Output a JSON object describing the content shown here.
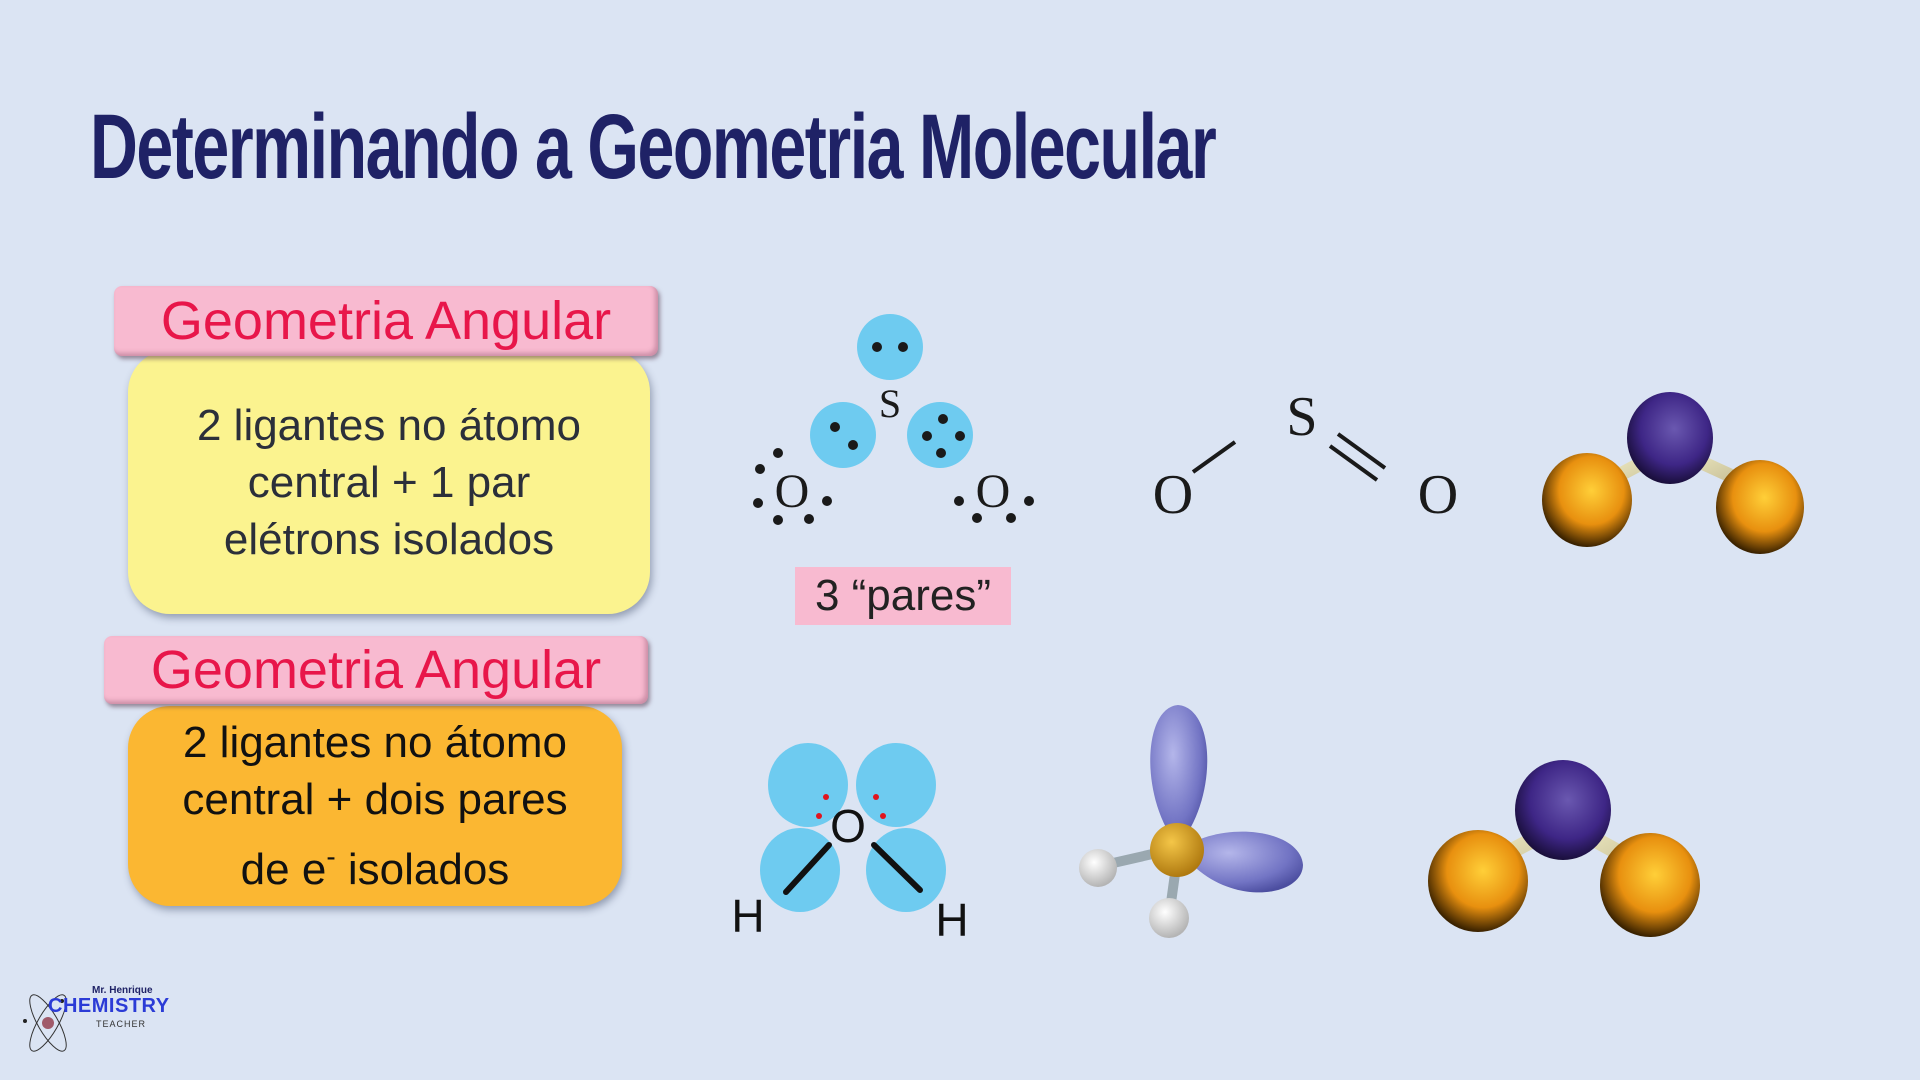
{
  "slide": {
    "title": "Determinando a Geometria Molecular",
    "background": "#dbe4f3",
    "title_color": "#1f2266"
  },
  "cards": [
    {
      "header": "Geometria Angular",
      "lines": [
        "2 ligantes no átomo",
        "central + 1 par",
        "elétrons isolados"
      ],
      "body_color": "#fbf38f",
      "header_color": "#f8bad0",
      "header_text_color": "#e8164a"
    },
    {
      "header": "Geometria Angular",
      "lines": [
        "2 ligantes no átomo",
        "central + dois pares",
        "de e",
        "isolados"
      ],
      "superscript": "-",
      "body_color": "#fbb732",
      "header_color": "#f8bad0",
      "header_text_color": "#e8164a"
    }
  ],
  "figures": {
    "so2_lewis": {
      "central_atom": "S",
      "left_atom": "O",
      "right_atom": "O",
      "label": "3 “pares”",
      "domain_color": "#6ecbf0"
    },
    "so2_structural": {
      "central_atom": "S",
      "left_atom": "O",
      "right_atom": "O"
    },
    "so2_ball_model": {
      "central_color": "#4b2e91",
      "outer_color": "#f0a21e"
    },
    "h2o_lewis": {
      "central_atom": "O",
      "left_atom": "H",
      "right_atom": "H",
      "domain_color": "#6ecbf0",
      "lone_pair_color": "#e0141e"
    },
    "h2o_orbital_model": {
      "lobe_color": "#7a7cc8",
      "central_color": "#d9a32a",
      "h_color": "#e8e8e8"
    },
    "h2o_ball_model": {
      "central_color": "#4b2e91",
      "outer_color": "#f0a21e"
    }
  },
  "logo": {
    "small": "Mr. Henrique",
    "main": "CHEMISTRY",
    "sub": "TEACHER"
  }
}
